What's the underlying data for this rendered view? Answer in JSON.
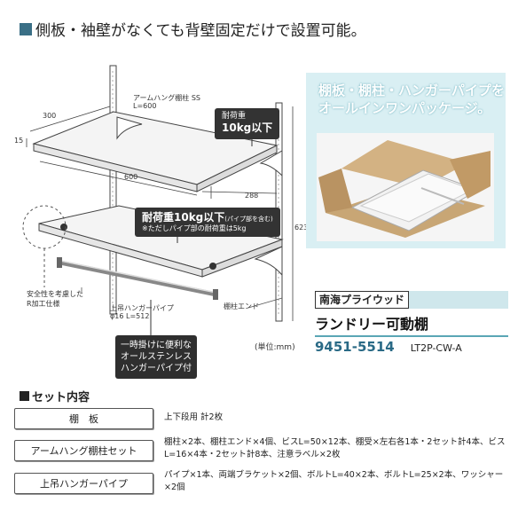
{
  "heading": {
    "text": "側板・袖壁がなくても背壁固定だけで設置可能。"
  },
  "diagram": {
    "labels": {
      "arm_pillar": "アームハング棚柱 SS",
      "arm_length": "L=600",
      "dim_300": "300",
      "dim_15": "15",
      "dim_600": "600",
      "dim_288": "288",
      "dim_623": "623",
      "safety": "安全性を考慮した",
      "r_process": "R加工仕様",
      "hanger_pipe": "上吊ハンガーパイプ",
      "pipe_spec": "φ16 L=512",
      "pillar_end": "棚柱エンド"
    },
    "callout_top": {
      "line1": "耐荷重",
      "line2": "10kg以下"
    },
    "callout_mid": {
      "line1": "耐荷重10kg以下",
      "line1_note": "(パイプ部を含む)",
      "line2": "※ただしパイプ部の耐荷重は5kg"
    },
    "callout_pipe": {
      "line1": "一時掛けに便利な",
      "line2": "オールステンレス",
      "line3": "ハンガーパイプ付"
    }
  },
  "package_panel": {
    "line1": "棚板・棚柱・ハンガーパイプを",
    "line2": "オールインワンパッケージ。"
  },
  "product": {
    "brand": "南海プライウッド",
    "name": "ランドリー可動棚",
    "code": "9451-5514",
    "model": "LT2P-CW-A",
    "unit": "(単位:mm)"
  },
  "set_contents": {
    "title": "セット内容",
    "rows": [
      {
        "name": "棚　板",
        "content": "上下段用 計2枚"
      },
      {
        "name": "アームハング棚柱セット",
        "content": "棚柱×2本、棚柱エンド×4個、ビスL=50×12本、棚受×左右各1本・2セット計4本、ビスL=16×4本・2セット計8本、注意ラベル×2枚"
      },
      {
        "name": "上吊ハンガーパイプ",
        "content": "パイプ×1本、両端ブラケット×2個、ボルトL=40×2本、ボルトL=25×2本、ワッシャー×2個"
      }
    ]
  },
  "colors": {
    "accent": "#3a6f86",
    "panel": "#d9eff3",
    "code": "#2a6a86"
  }
}
